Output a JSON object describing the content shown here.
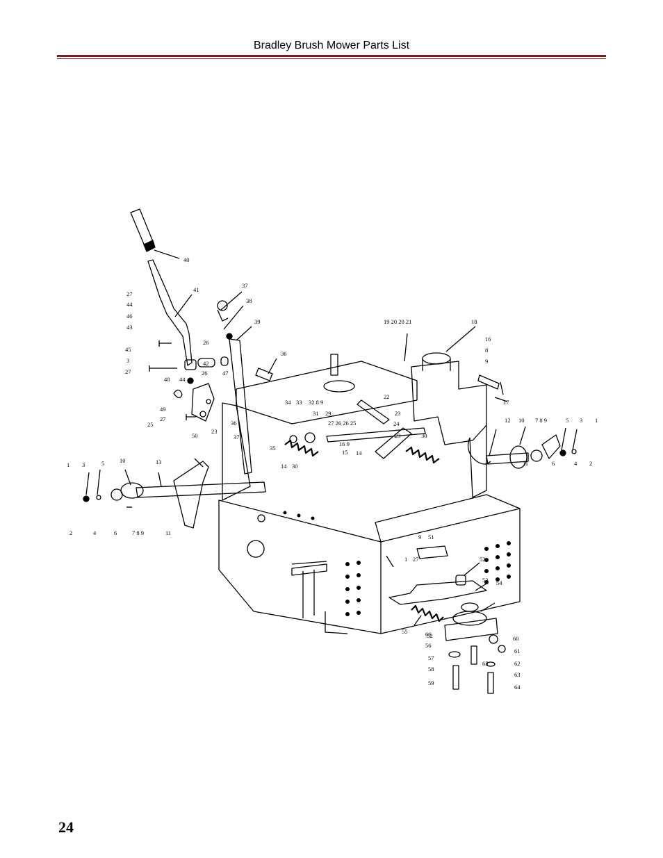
{
  "header": {
    "title": "Bradley Brush Mower Parts List"
  },
  "page": {
    "number": "24"
  },
  "diagram": {
    "callouts": [
      "40",
      "41",
      "37",
      "38",
      "39",
      "27",
      "44",
      "46",
      "43",
      "45",
      "3",
      "27",
      "26",
      "42",
      "48",
      "44",
      "26",
      "47",
      "49",
      "27",
      "25",
      "50",
      "23",
      "36",
      "19 20 20 21",
      "18",
      "16",
      "8",
      "9",
      "17",
      "34",
      "33",
      "32 8 9",
      "31",
      "29",
      "22",
      "23",
      "24",
      "27 26 26 25",
      "23",
      "30",
      "16 9",
      "15",
      "14",
      "36",
      "37",
      "35",
      "14",
      "30",
      "12",
      "10",
      "7 8 9",
      "5",
      "3",
      "1",
      "11",
      "6",
      "4",
      "2",
      "1",
      "3",
      "5",
      "10",
      "13",
      "2",
      "4",
      "6",
      "7 8 9",
      "11",
      "9",
      "51",
      "1",
      "27",
      "52",
      "53",
      "54",
      "55",
      "56",
      "57",
      "58",
      "59",
      "60",
      "61",
      "62",
      "63",
      "64",
      "65",
      "66",
      "52"
    ]
  }
}
